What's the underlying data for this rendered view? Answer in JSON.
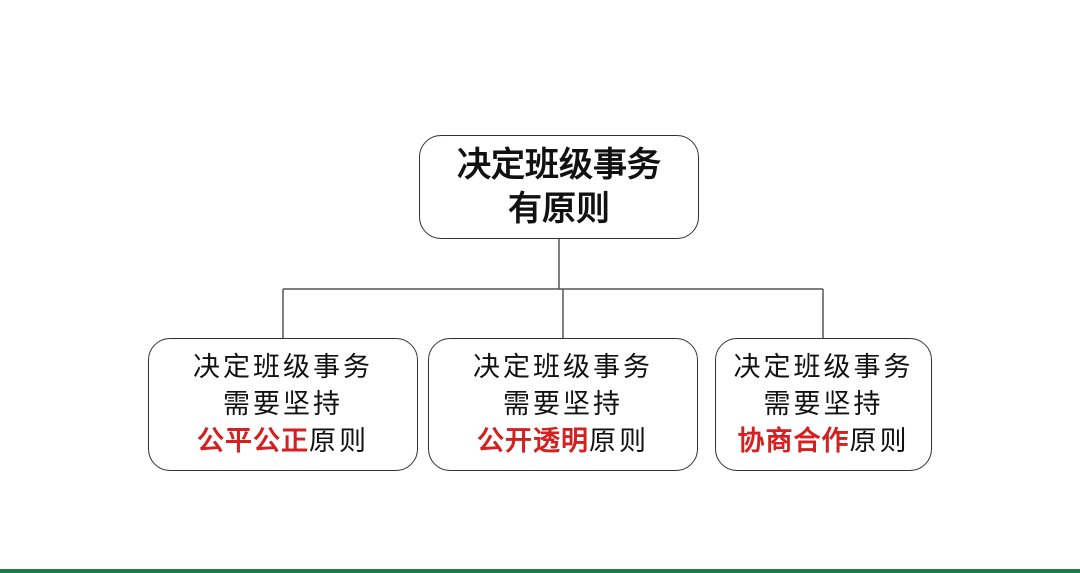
{
  "diagram": {
    "root": {
      "line1": "决定班级事务",
      "line2": "有原则"
    },
    "children": [
      {
        "line1": "决定班级事务",
        "line2": "需要坚持",
        "highlight": "公平公正",
        "suffix": "原则"
      },
      {
        "line1": "决定班级事务",
        "line2": "需要坚持",
        "highlight": "公开透明",
        "suffix": "原则"
      },
      {
        "line1": "决定班级事务",
        "line2": "需要坚持",
        "highlight": "协商合作",
        "suffix": "原则"
      }
    ]
  },
  "colors": {
    "highlight": "#d42020",
    "border": "#333333",
    "connector": "#555555",
    "bottom_rule": "#1f7a4a"
  }
}
